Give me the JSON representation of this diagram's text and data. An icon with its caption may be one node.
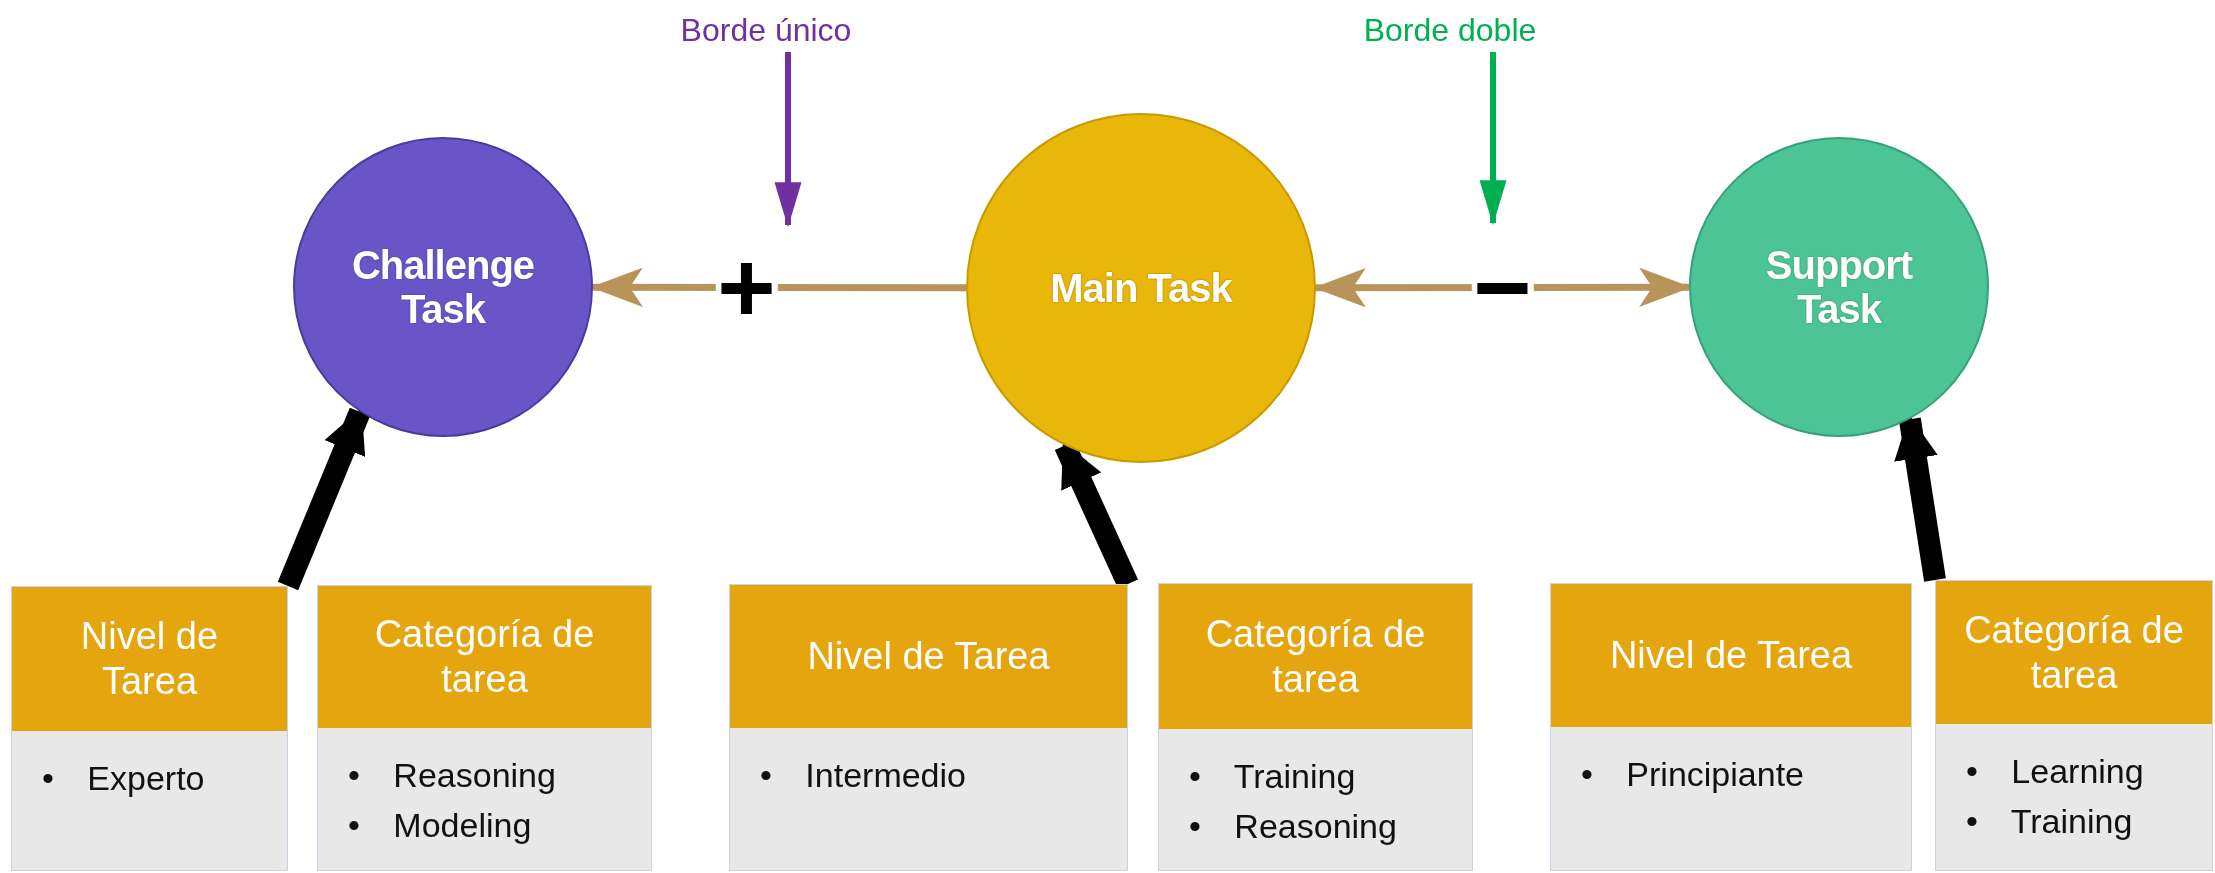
{
  "diagram": {
    "nodes": [
      {
        "text": [
          "Borde único"
        ]
      },
      {
        "text": [
          "Borde doble"
        ]
      },
      {
        "text": [
          "Challenge Task"
        ]
      },
      {
        "text": [
          "Main Task"
        ]
      },
      {
        "text": [
          "Support Task"
        ]
      },
      {
        "text": [
          "Nivel de Tarea",
          "• Experto"
        ]
      },
      {
        "text": [
          "Categoría de tarea",
          "• Reasoning",
          "• Modeling"
        ]
      },
      {
        "text": [
          "Nivel de Tarea",
          "• Intermedio"
        ]
      },
      {
        "text": [
          "Categoría de tarea",
          "• Training",
          "• Reasoning"
        ]
      },
      {
        "text": [
          "Nivel de Tarea",
          "• Principiante"
        ]
      },
      {
        "text": [
          "Categoría de tarea",
          "• Learning",
          "• Training"
        ]
      }
    ],
    "edges": [
      {
        "from": 3,
        "to": 2,
        "arrow": "to",
        "label": "+",
        "color": "#b8935a"
      },
      {
        "from": 3,
        "to": 4,
        "arrow": "both",
        "label": "−",
        "color": "#b8935a"
      },
      {
        "from": 0,
        "to": null,
        "arrow": "to",
        "color": "#7030a0"
      },
      {
        "from": 1,
        "to": null,
        "arrow": "to",
        "color": "#00b050"
      },
      {
        "from": 5,
        "to": 2,
        "arrow": "to",
        "style": "thick"
      },
      {
        "from": 7,
        "to": 3,
        "arrow": "to",
        "style": "thick"
      },
      {
        "from": 10,
        "to": 4,
        "arrow": "to",
        "style": "thick"
      }
    ]
  }
}
